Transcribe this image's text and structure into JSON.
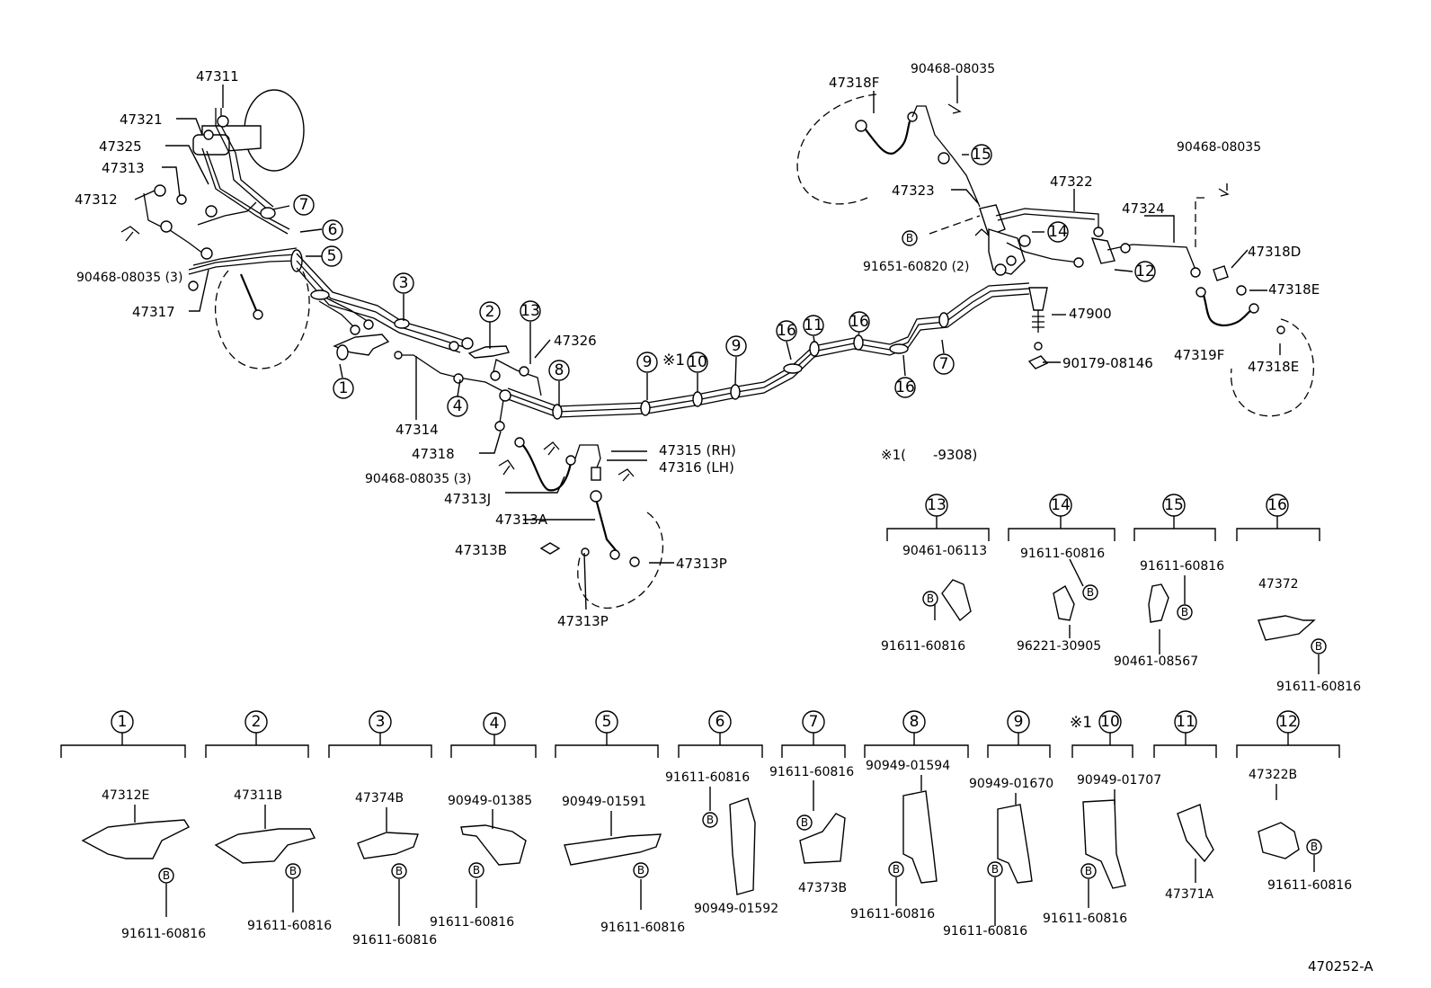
{
  "diagram": {
    "code": "470252-A",
    "note": "※1(　　-9308)",
    "labels": {
      "p47311": "47311",
      "p47321": "47321",
      "p47325": "47325",
      "p47313": "47313",
      "p47312": "47312",
      "clip_3_left": "90468-08035 (3)",
      "p47317": "47317",
      "p47314": "47314",
      "p47318": "47318",
      "clip_3_mid": "90468-08035 (3)",
      "p47313J": "47313J",
      "p47313A": "47313A",
      "p47313B": "47313B",
      "p47313P_a": "47313P",
      "p47313P_b": "47313P",
      "p47315": "47315 (RH)",
      "p47316": "47316 (LH)",
      "p47326": "47326",
      "p47318F": "47318F",
      "clip_top": "90468-08035",
      "p47323": "47323",
      "p47322": "47322",
      "bolt_2": "91651-60820 (2)",
      "p47324": "47324",
      "clip_right": "90468-08035",
      "p47318D": "47318D",
      "p47318E_a": "47318E",
      "p47319F": "47319F",
      "p47318E_b": "47318E",
      "p47900": "47900",
      "p90179": "90179-08146"
    },
    "callouts": {
      "c1": "1",
      "c2": "2",
      "c3": "3",
      "c4": "4",
      "c5": "5",
      "c6": "6",
      "c7a": "7",
      "c7b": "7",
      "c8": "8",
      "c9a": "9",
      "c9b": "9",
      "c10": "10",
      "c11": "11",
      "c12": "12",
      "c13": "13",
      "c14": "14",
      "c15": "15",
      "c16a": "16",
      "c16b": "16",
      "c16c": "16",
      "c10_mark": "※1"
    },
    "bolt_marker": "B",
    "groups": [
      {
        "key": "13",
        "parts": [
          "90461-06113",
          "91611-60816"
        ]
      },
      {
        "key": "14",
        "parts": [
          "91611-60816",
          "96221-30905"
        ]
      },
      {
        "key": "15",
        "parts": [
          "91611-60816",
          "90461-08567"
        ]
      },
      {
        "key": "16",
        "parts": [
          "47372",
          "91611-60816"
        ]
      },
      {
        "key": "1",
        "parts": [
          "47312E",
          "91611-60816"
        ]
      },
      {
        "key": "2",
        "parts": [
          "47311B",
          "91611-60816"
        ]
      },
      {
        "key": "3",
        "parts": [
          "47374B",
          "91611-60816"
        ]
      },
      {
        "key": "4",
        "parts": [
          "90949-01385",
          "91611-60816"
        ]
      },
      {
        "key": "5",
        "parts": [
          "90949-01591",
          "91611-60816"
        ]
      },
      {
        "key": "6",
        "parts": [
          "91611-60816",
          "90949-01592"
        ]
      },
      {
        "key": "7",
        "parts": [
          "91611-60816",
          "47373B"
        ]
      },
      {
        "key": "8",
        "parts": [
          "90949-01594",
          "91611-60816"
        ]
      },
      {
        "key": "9",
        "parts": [
          "90949-01670",
          "91611-60816"
        ]
      },
      {
        "key": "10",
        "mark": "※1",
        "parts": [
          "90949-01707",
          "91611-60816"
        ]
      },
      {
        "key": "11",
        "parts": [
          "47371A"
        ]
      },
      {
        "key": "12",
        "parts": [
          "47322B",
          "91611-60816"
        ]
      }
    ]
  }
}
